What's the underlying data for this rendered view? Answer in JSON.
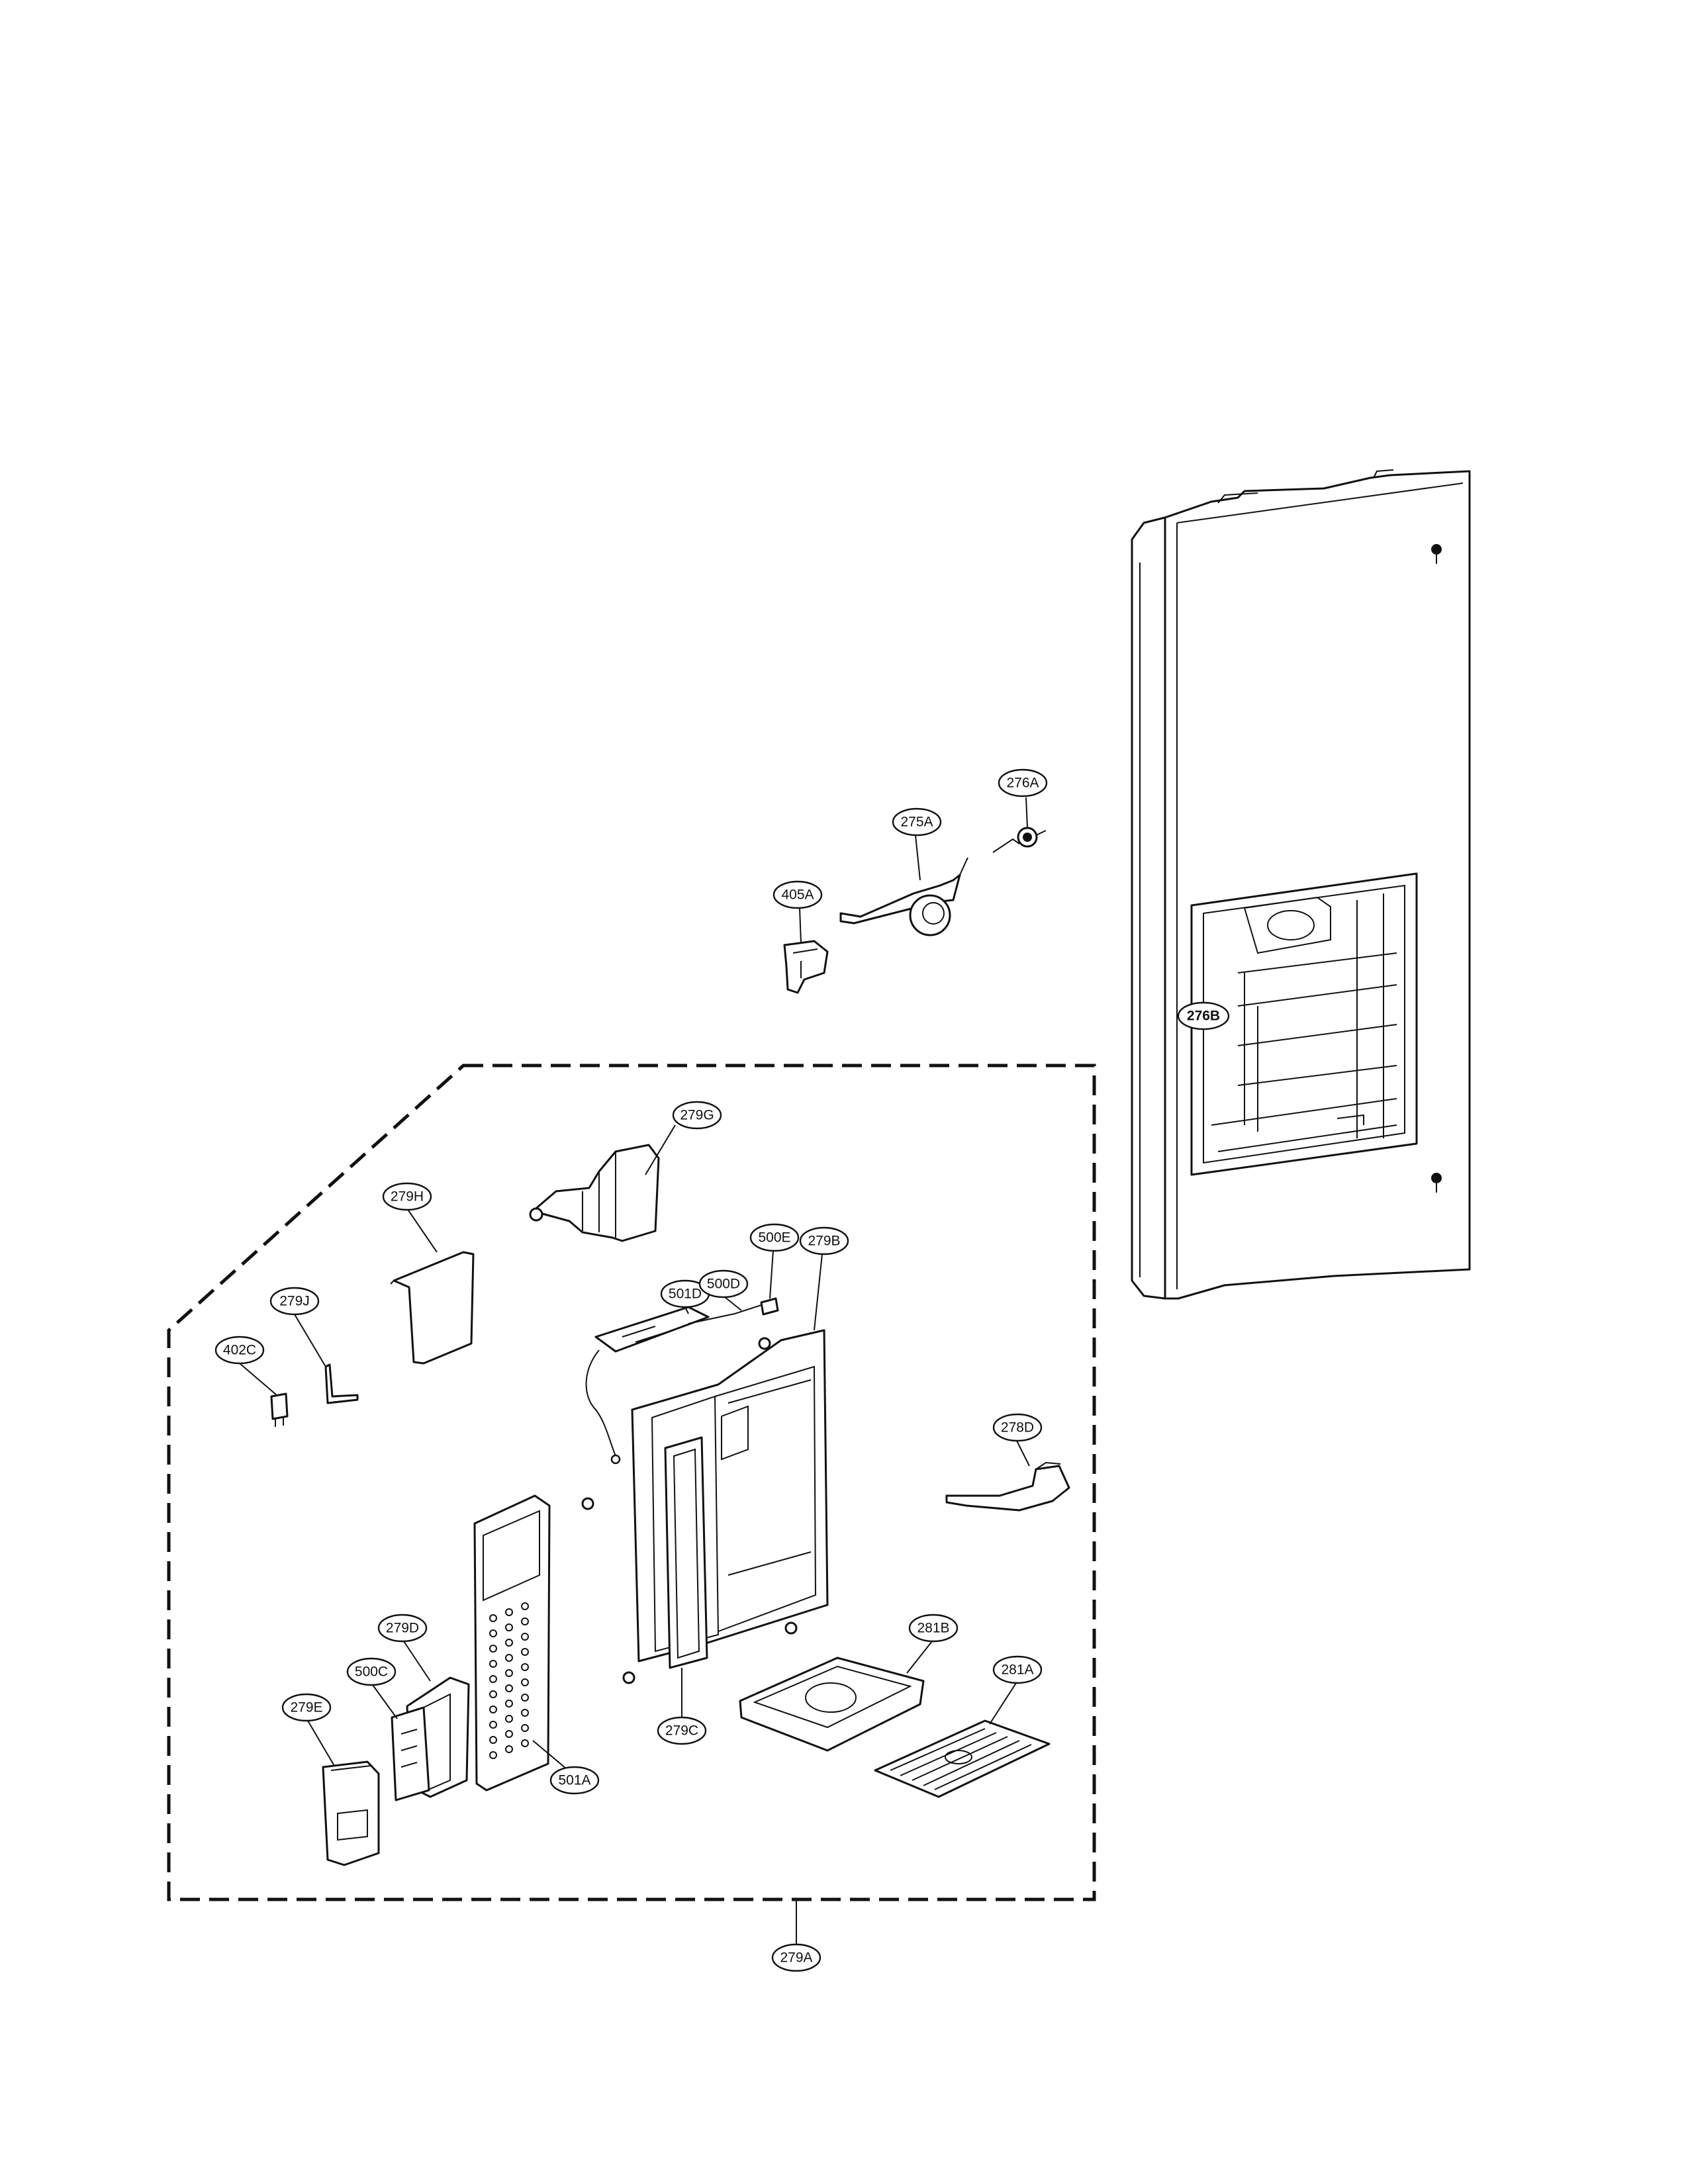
{
  "labels": {
    "p276A": "276A",
    "p275A": "275A",
    "p405A": "405A",
    "p276B": "276B",
    "p279G": "279G",
    "p279H": "279H",
    "p500E": "500E",
    "p279B": "279B",
    "p501D": "501D",
    "p500D": "500D",
    "p279J": "279J",
    "p402C": "402C",
    "p278D": "278D",
    "p279D": "279D",
    "p500C": "500C",
    "p279E": "279E",
    "p501A": "501A",
    "p279C": "279C",
    "p281B": "281B",
    "p281A": "281A",
    "p279A": "279A"
  }
}
